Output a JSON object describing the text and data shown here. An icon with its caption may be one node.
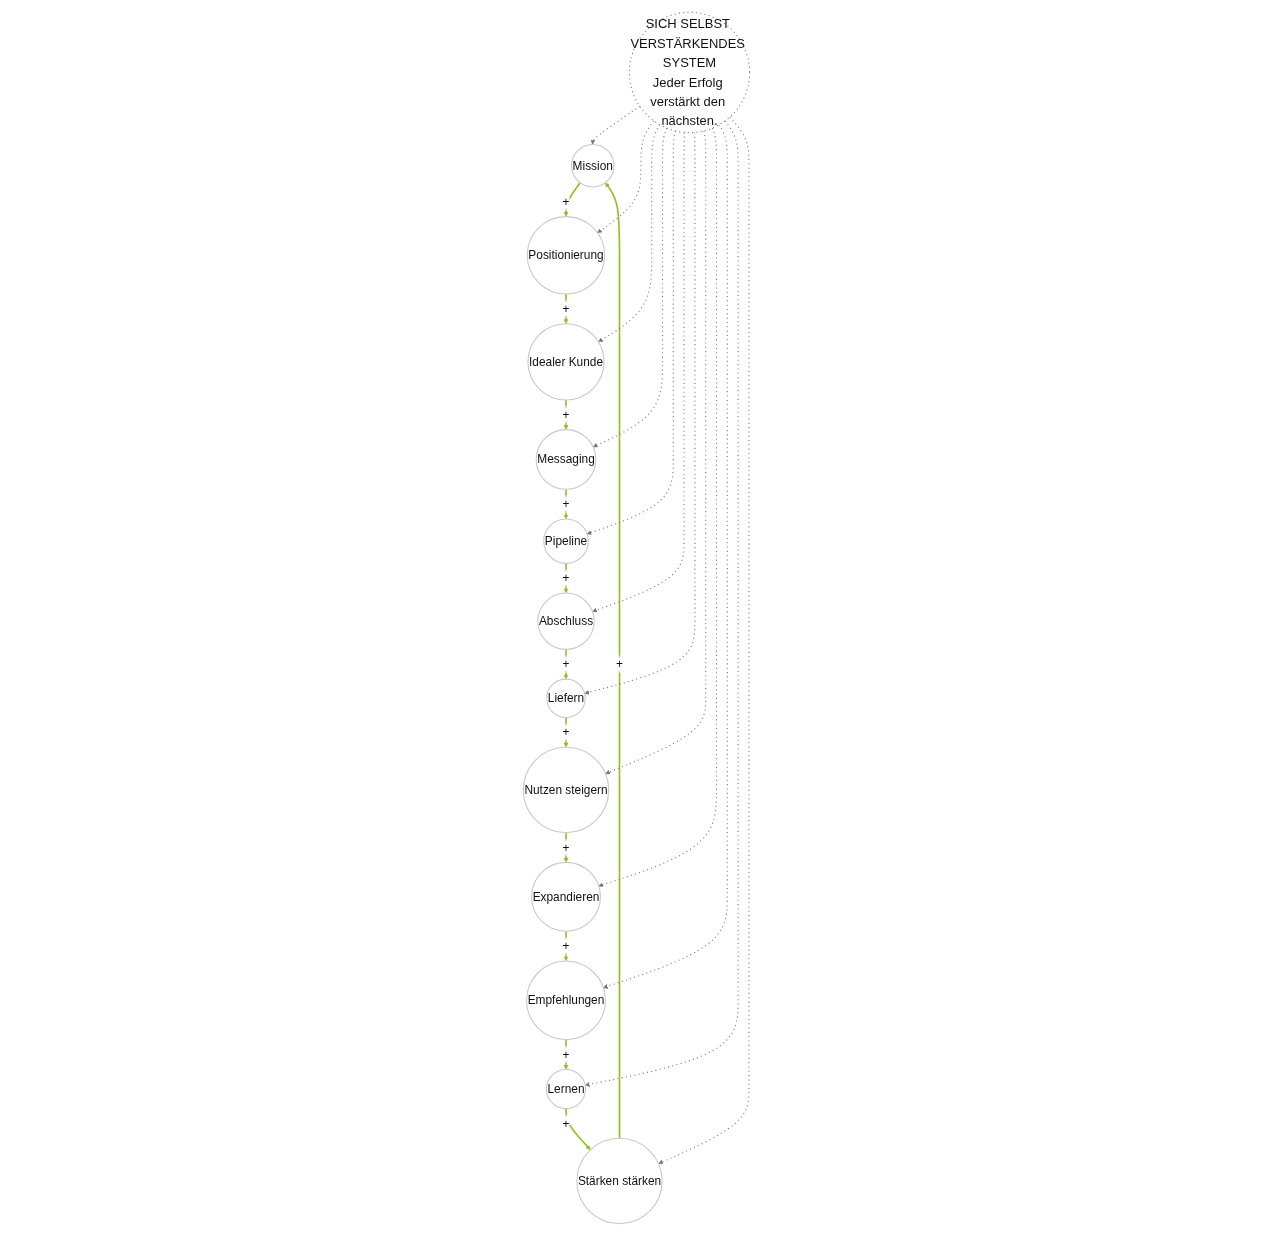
{
  "diagram": {
    "nodes": [
      {
        "text": [
          "Mission"
        ]
      },
      {
        "text": [
          "Positionierung"
        ]
      },
      {
        "text": [
          "Idealer Kunde"
        ]
      },
      {
        "text": [
          "Messaging"
        ]
      },
      {
        "text": [
          "Pipeline"
        ]
      },
      {
        "text": [
          "Abschluss"
        ]
      },
      {
        "text": [
          "Liefern"
        ]
      },
      {
        "text": [
          "Nutzen steigern"
        ]
      },
      {
        "text": [
          "Expandieren"
        ]
      },
      {
        "text": [
          "Empfehlungen"
        ]
      },
      {
        "text": [
          "Lernen"
        ]
      },
      {
        "text": [
          "Stärken stärken"
        ]
      },
      {
        "text": [
          "SICH SELBST VERSTÄRKENDES SYSTEM",
          "Jeder Erfolg verstärkt den nächsten."
        ]
      }
    ],
    "edges": [
      {
        "from": 0,
        "to": 1,
        "arrow": "to",
        "label": "+",
        "color": "#8cc21f"
      },
      {
        "from": 1,
        "to": 2,
        "arrow": "to",
        "label": "+",
        "color": "#8cc21f"
      },
      {
        "from": 2,
        "to": 3,
        "arrow": "to",
        "label": "+",
        "color": "#8cc21f"
      },
      {
        "from": 3,
        "to": 4,
        "arrow": "to",
        "label": "+",
        "color": "#8cc21f"
      },
      {
        "from": 4,
        "to": 5,
        "arrow": "to",
        "label": "+",
        "color": "#8cc21f"
      },
      {
        "from": 5,
        "to": 6,
        "arrow": "to",
        "label": "+",
        "color": "#8cc21f"
      },
      {
        "from": 6,
        "to": 7,
        "arrow": "to",
        "label": "+",
        "color": "#8cc21f"
      },
      {
        "from": 7,
        "to": 8,
        "arrow": "to",
        "label": "+",
        "color": "#8cc21f"
      },
      {
        "from": 8,
        "to": 9,
        "arrow": "to",
        "label": "+",
        "color": "#8cc21f"
      },
      {
        "from": 9,
        "to": 10,
        "arrow": "to",
        "label": "+",
        "color": "#8cc21f"
      },
      {
        "from": 10,
        "to": 11,
        "arrow": "to",
        "label": "+",
        "color": "#8cc21f"
      },
      {
        "from": 11,
        "to": 0,
        "arrow": "to",
        "label": "+",
        "color": "#8cc21f"
      },
      {
        "from": 12,
        "to": 0,
        "arrow": "to",
        "style": "dashed",
        "color": "#777777"
      },
      {
        "from": 12,
        "to": 1,
        "arrow": "to",
        "style": "dashed",
        "color": "#777777"
      },
      {
        "from": 12,
        "to": 2,
        "arrow": "to",
        "style": "dashed",
        "color": "#777777"
      },
      {
        "from": 12,
        "to": 3,
        "arrow": "to",
        "style": "dashed",
        "color": "#777777"
      },
      {
        "from": 12,
        "to": 4,
        "arrow": "to",
        "style": "dashed",
        "color": "#777777"
      },
      {
        "from": 12,
        "to": 5,
        "arrow": "to",
        "style": "dashed",
        "color": "#777777"
      },
      {
        "from": 12,
        "to": 6,
        "arrow": "to",
        "style": "dashed",
        "color": "#777777"
      },
      {
        "from": 12,
        "to": 7,
        "arrow": "to",
        "style": "dashed",
        "color": "#777777"
      },
      {
        "from": 12,
        "to": 8,
        "arrow": "to",
        "style": "dashed",
        "color": "#777777"
      },
      {
        "from": 12,
        "to": 9,
        "arrow": "to",
        "style": "dashed",
        "color": "#777777"
      },
      {
        "from": 12,
        "to": 10,
        "arrow": "to",
        "style": "dashed",
        "color": "#777777"
      },
      {
        "from": 12,
        "to": 11,
        "arrow": "to",
        "style": "dashed",
        "color": "#777777"
      }
    ]
  }
}
